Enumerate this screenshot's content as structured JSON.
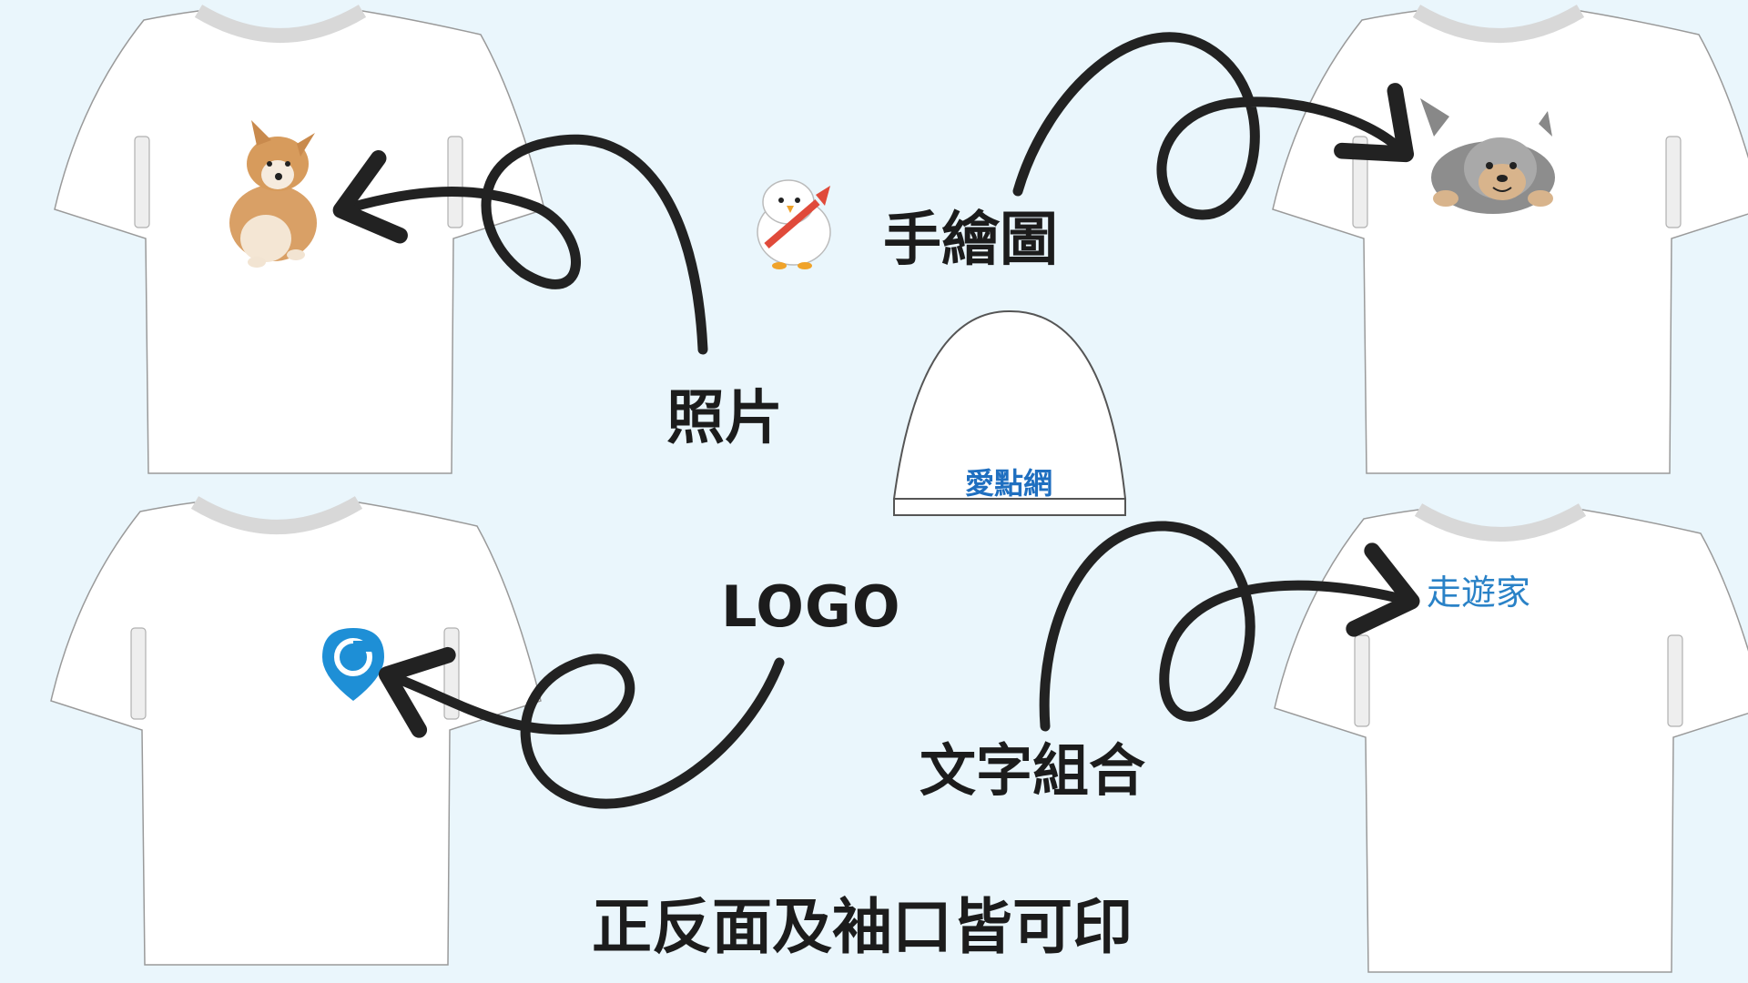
{
  "labels": {
    "photo": "照片",
    "hand_drawn": "手繪圖",
    "logo": "LOGO",
    "text_combo": "文字組合",
    "print_note": "正反面及袖口皆可印"
  },
  "prints": {
    "beanie_text": "愛點網",
    "travel_text": "走遊家"
  },
  "colors": {
    "background": "#eaf6fc",
    "arrow": "#222222",
    "logo_blue": "#1e8fd6"
  }
}
